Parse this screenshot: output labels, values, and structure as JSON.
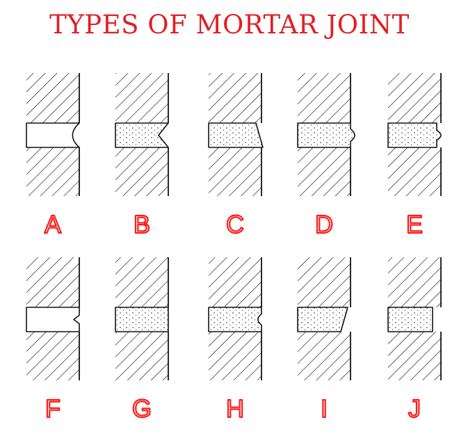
{
  "title": "TYPES OF MORTAR JOINT",
  "colors": {
    "title": "#e31e24",
    "letters": "#ff1a1a",
    "ink": "#111111",
    "mortar_fill": "#ffffff"
  },
  "rows": [
    {
      "joints": [
        {
          "letter": "A",
          "profile": "concave"
        },
        {
          "letter": "B",
          "profile": "v-groove"
        },
        {
          "letter": "C",
          "profile": "weathered"
        },
        {
          "letter": "D",
          "profile": "beaded"
        },
        {
          "letter": "E",
          "profile": "tuck-pointed"
        }
      ]
    },
    {
      "joints": [
        {
          "letter": "F",
          "profile": "v-notch"
        },
        {
          "letter": "G",
          "profile": "flush"
        },
        {
          "letter": "H",
          "profile": "keyed"
        },
        {
          "letter": "I",
          "profile": "struck"
        },
        {
          "letter": "J",
          "profile": "recessed"
        }
      ]
    }
  ]
}
